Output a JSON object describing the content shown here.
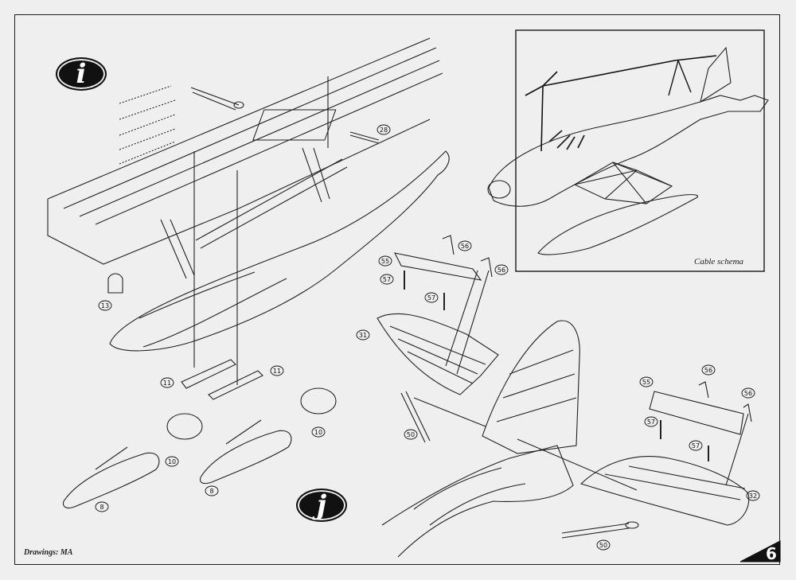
{
  "markers": {
    "i": "i",
    "j": "j"
  },
  "credit": "Drawings: MA",
  "cable_caption": "Cable schema",
  "page_number": "6",
  "callouts": {
    "c13": "13",
    "c28": "28",
    "c11a": "11",
    "c11b": "11",
    "c10a": "10",
    "c10b": "10",
    "c8a": "8",
    "c8b": "8",
    "c31": "31",
    "c55a": "55",
    "c56a": "56",
    "c56b": "56",
    "c57a": "57",
    "c57b": "57",
    "c50a": "50",
    "c55b": "55",
    "c56c": "56",
    "c56d": "56",
    "c57c": "57",
    "c57d": "57",
    "c32": "32",
    "c50b": "50"
  }
}
